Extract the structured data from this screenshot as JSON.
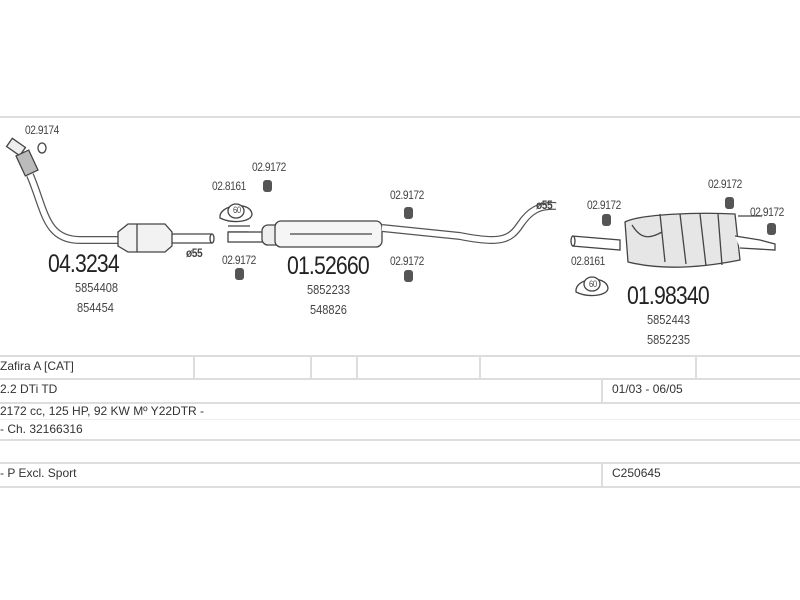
{
  "diagram": {
    "front_pipe": {
      "part": "04.3234",
      "oe_numbers": [
        "5854408",
        "854454"
      ],
      "seal": "02.9174"
    },
    "diameter_front": "ø55",
    "middle_muffler": {
      "part": "01.52660",
      "oe_numbers": [
        "5852233",
        "548826"
      ]
    },
    "diameter_rear": "ø55",
    "rear_muffler": {
      "part": "01.98340",
      "oe_numbers": [
        "5852443",
        "5852235"
      ]
    },
    "clamp_part": "02.8161",
    "clamp_size": "60",
    "hanger_part": "02.9172"
  },
  "table": {
    "model": "Zafira A  [CAT]",
    "engine": "2.2 DTi TD",
    "years": "01/03 - 06/05",
    "specs": "2172 cc, 125 HP, 92 KW Mº Y22DTR -",
    "chassis": "- Ch. 32166316",
    "variant": "- P Excl. Sport",
    "code": "C250645"
  }
}
